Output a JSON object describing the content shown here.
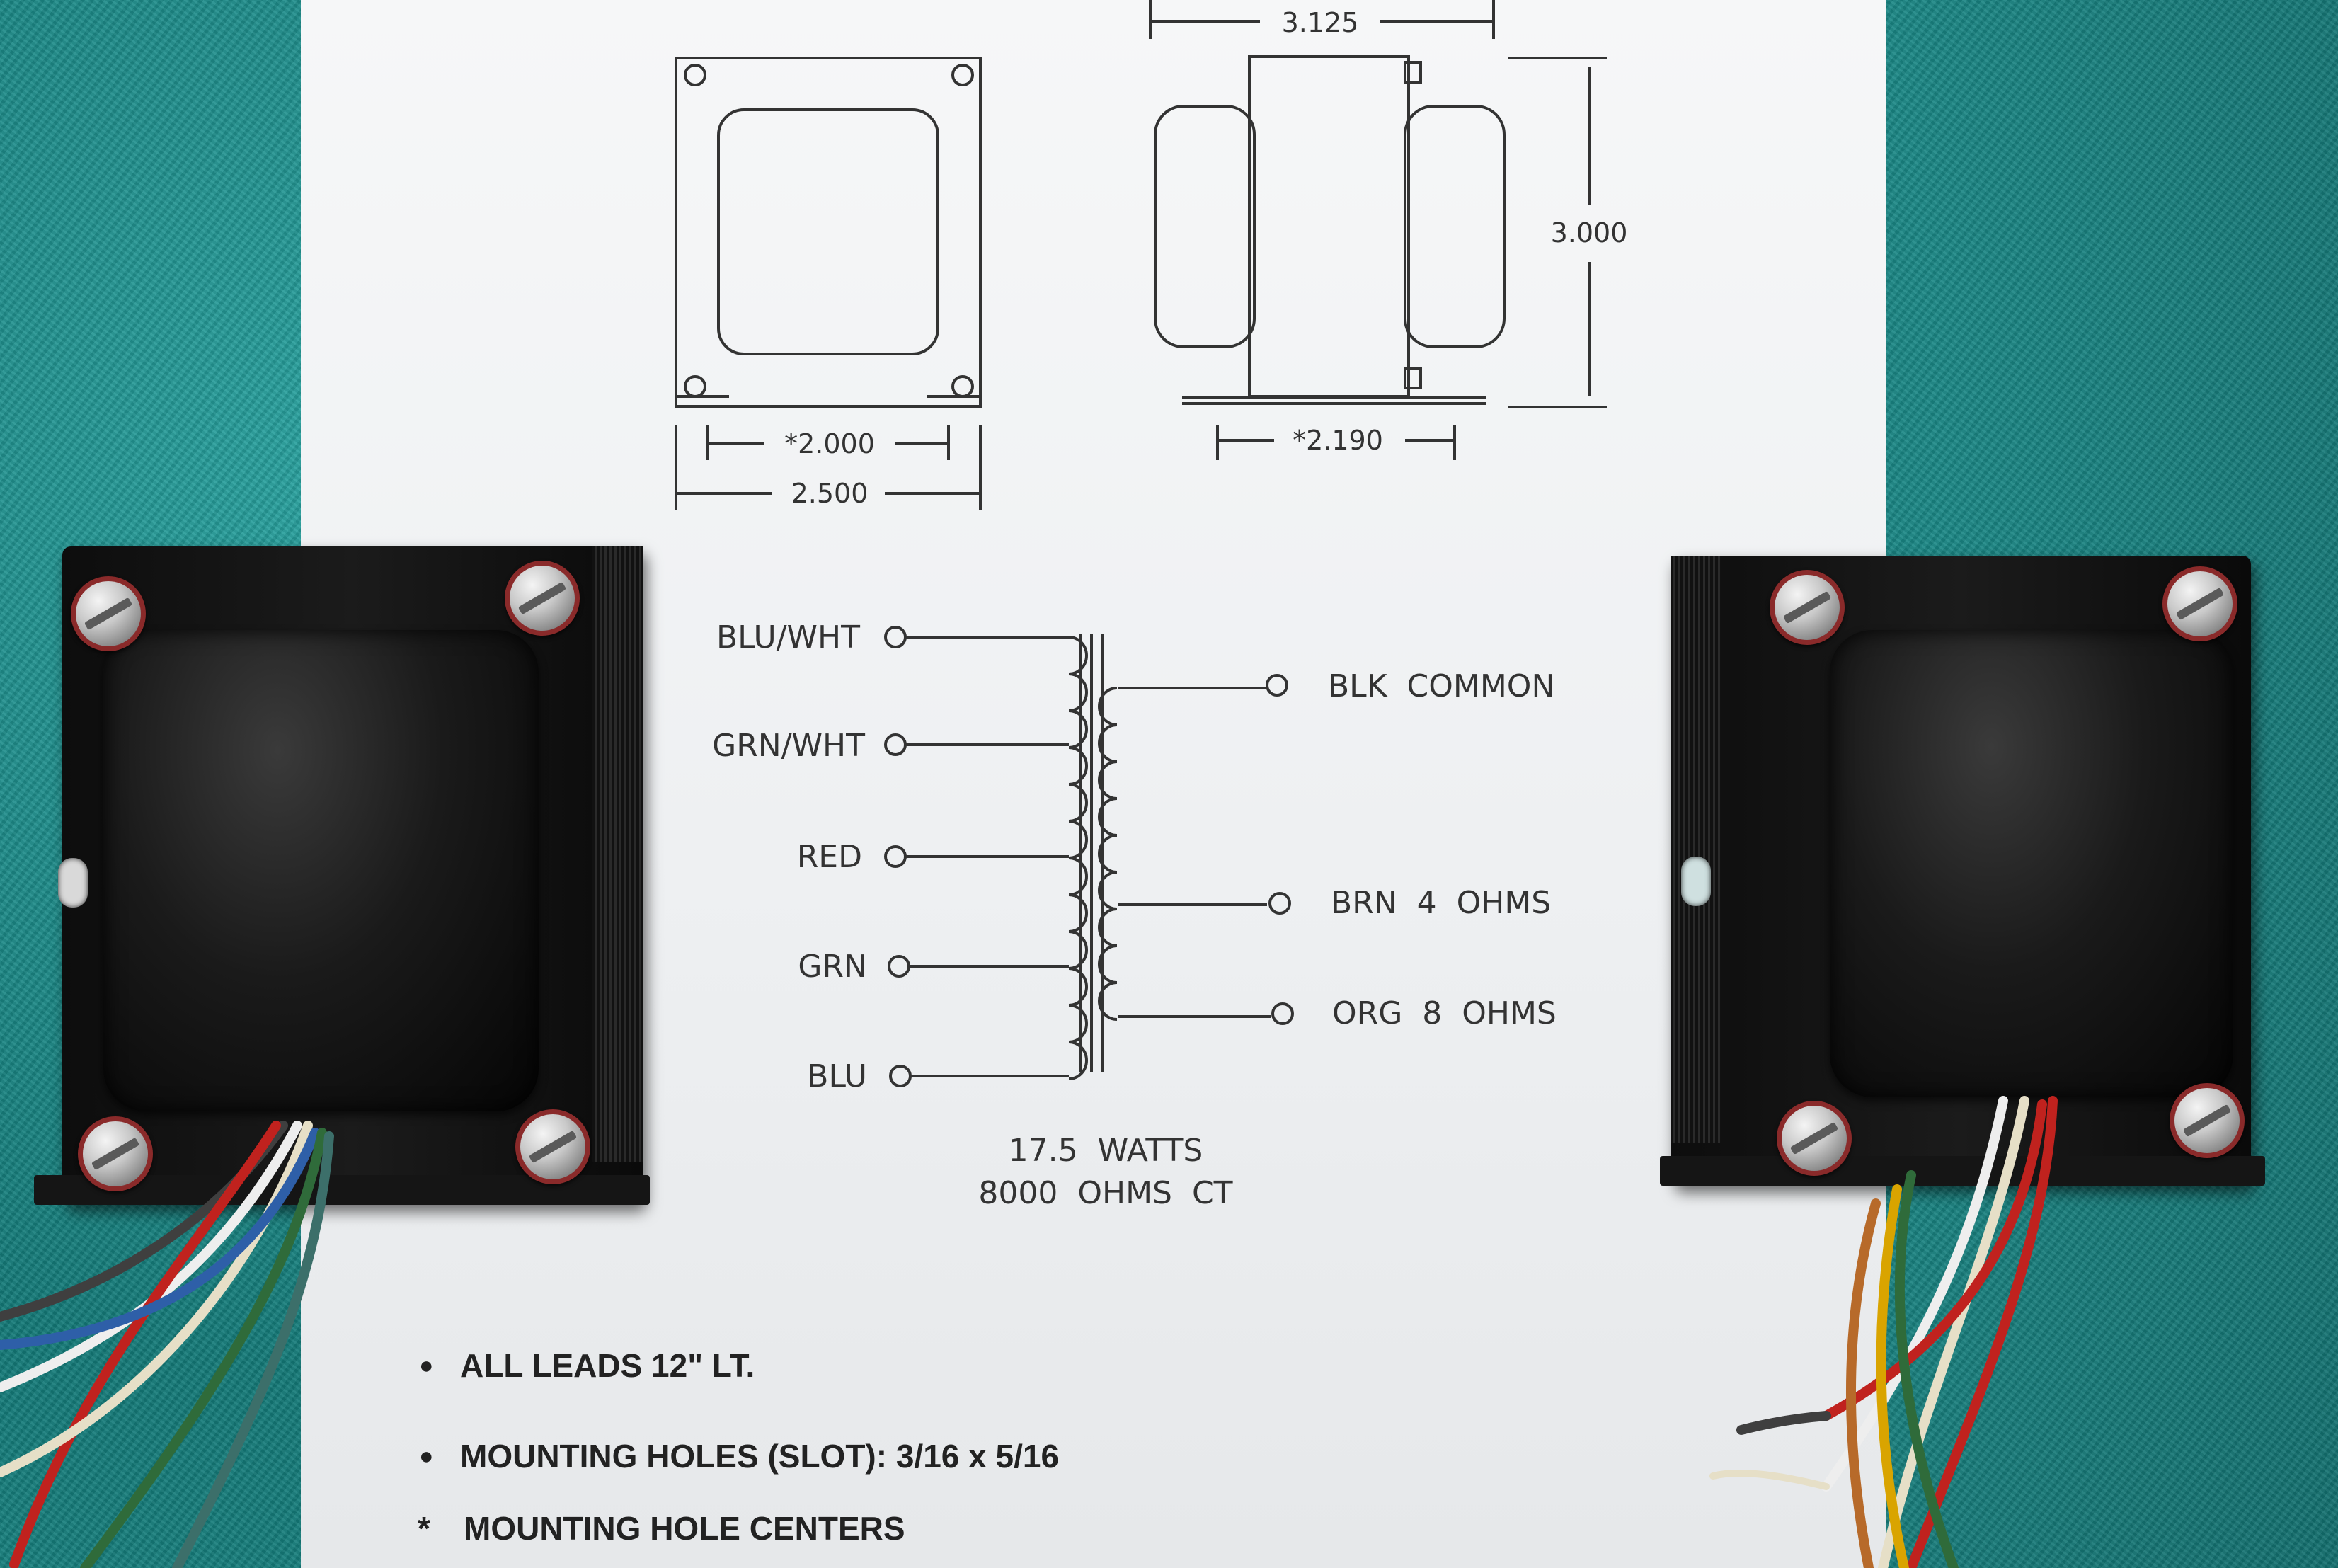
{
  "drawing": {
    "dim_width_top": "3.125",
    "dim_height": "3.000",
    "dim_mount_centers_front": "*2.000",
    "dim_width_front": "2.500",
    "dim_mount_centers_side": "*2.190"
  },
  "schematic": {
    "primary_leads": [
      "BLU/WHT",
      "GRN/WHT",
      "RED",
      "GRN",
      "BLU"
    ],
    "secondary_leads": [
      "BLK  COMMON",
      "BRN  4  OHMS",
      "ORG  8  OHMS"
    ],
    "rating_power": "17.5  WATTS",
    "rating_impedance": "8000  OHMS  CT"
  },
  "notes": [
    {
      "bullet": "●",
      "text": "ALL LEADS 12\" LT."
    },
    {
      "bullet": "●",
      "text": "MOUNTING HOLES (SLOT): 3/16 x 5/16"
    },
    {
      "bullet": "*",
      "text": "MOUNTING HOLE CENTERS"
    }
  ],
  "colors": {
    "towel": "#1e8c8a",
    "paper": "#f2f3f4",
    "line": "#333333",
    "transformer": "#111111",
    "screw_washer": "#8a2a2a"
  }
}
